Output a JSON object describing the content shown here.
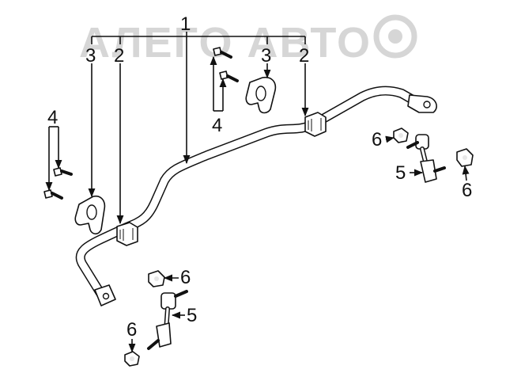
{
  "watermark": {
    "text": "АЛЕГО АВТО"
  },
  "callouts": {
    "c1": "1",
    "c2a": "2",
    "c2b": "2",
    "c3a": "3",
    "c3b": "3",
    "c4a": "4",
    "c4b": "4",
    "c5a": "5",
    "c5b": "5",
    "c6a": "6",
    "c6b": "6",
    "c6c": "6",
    "c6d": "6"
  }
}
